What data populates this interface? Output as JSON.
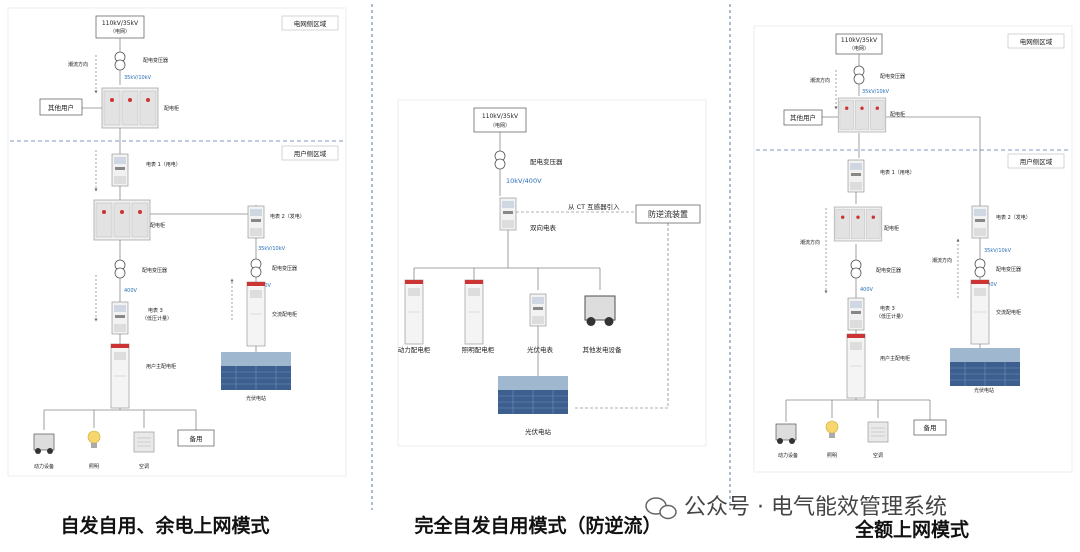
{
  "panel1": {
    "grid_source": "110kV/35kV",
    "grid_source_sub": "（电网）",
    "grid_region": "电网侧区域",
    "user_region": "用户侧区域",
    "transformer": "配电变压器",
    "voltage1": "35kV/10kV",
    "other_users": "其他用户",
    "cabinet": "配电柜",
    "flow_dir": "潮流方向",
    "meter1": "电表 1（用电）",
    "cabinet2": "配电柜",
    "meter2": "电表 2（发电）",
    "voltage2": "35kV/10kV",
    "transformer2": "配电变压器",
    "transformer3": "配电变压器",
    "v400_a": "400V",
    "v400_b": "400V",
    "meter3": "电表 3",
    "meter3_sub": "（低压计量）",
    "ac_cabinet": "交流配电柜",
    "user_cabinet": "用户主配电柜",
    "pv_station": "光伏电站",
    "power_equipment": "动力设备",
    "lighting": "照明",
    "aircon": "空调",
    "reserve": "备用"
  },
  "panel2": {
    "grid_source": "110kV/35kV",
    "grid_source_sub": "（电网）",
    "transformer": "配电变压器",
    "voltage": "10kV/400V",
    "ct_note": "从 CT 互感器引入",
    "anti_reverse": "防逆流装置",
    "bidir_meter": "双向电表",
    "power_cabinet": "动力配电柜",
    "lighting_cabinet": "照明配电柜",
    "pv_meter": "光伏电表",
    "other_gen": "其他发电设备",
    "pv_station": "光伏电站"
  },
  "panel3": {
    "grid_source": "110kV/35kV",
    "grid_source_sub": "（电网）",
    "grid_region": "电网侧区域",
    "user_region": "用户侧区域",
    "transformer": "配电变压器",
    "voltage1": "35kV/10kV",
    "other_users": "其他用户",
    "cabinet": "配电柜",
    "flow_dir": "潮流方向",
    "meter1": "电表 1（用电）",
    "cabinet2": "配电柜",
    "meter2": "电表 2（发电）",
    "voltage2": "35kV/10kV",
    "transformer2": "配电变压器",
    "transformer3": "配电变压器",
    "v400_a": "400V",
    "v400_b": "400V",
    "meter3": "电表 3",
    "meter3_sub": "（低压计量）",
    "ac_cabinet": "交流配电柜",
    "user_cabinet": "用户主配电柜",
    "pv_station": "光伏电站",
    "power_equipment": "动力设备",
    "lighting": "照明",
    "aircon": "空调",
    "reserve": "备用"
  },
  "captions": {
    "mode1": "自发自用、余电上网模式",
    "mode2": "完全自发自用模式（防逆流）",
    "mode3": "全额上网模式"
  },
  "watermark": "公众号 · 电气能效管理系统",
  "colors": {
    "line": "#888888",
    "dash": "#5577aa",
    "accent": "#2a6fb8",
    "pv": "#3d5f8f"
  }
}
